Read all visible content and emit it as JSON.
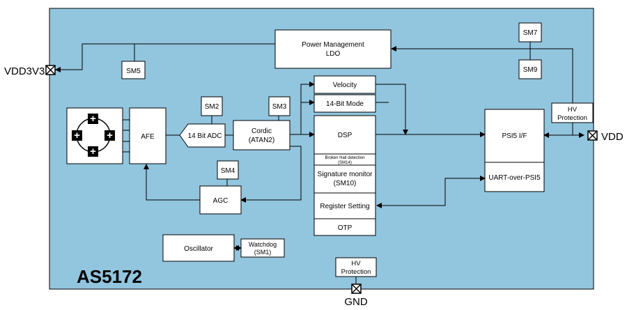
{
  "chip": {
    "name": "AS5172",
    "background": "#92c5de"
  },
  "pins": {
    "vdd3v3": "VDD3V3",
    "vdd": "VDD",
    "gnd": "GND"
  },
  "blocks": {
    "power_management": [
      "Power Management",
      "LDO"
    ],
    "sm5": "SM5",
    "sm7": "SM7",
    "sm9": "SM9",
    "sm2": "SM2",
    "sm3": "SM3",
    "sm4": "SM4",
    "afe": "AFE",
    "adc": "14 Bit ADC",
    "cordic": [
      "Cordic",
      "(ATAN2)"
    ],
    "agc": "AGC",
    "velocity": "Velocity",
    "mode14": "14-Bit Mode",
    "dsp": "DSP",
    "broken_hall": [
      "Broken Hall detection",
      "(SM14)"
    ],
    "signature_monitor": [
      "Signature monitor",
      "(SM10)"
    ],
    "register_setting": "Register Setting",
    "otp": "OTP",
    "hv_protection_vdd": [
      "HV",
      "Protection"
    ],
    "hv_protection_gnd": [
      "HV",
      "Protection"
    ],
    "psi5_if": "PSI5 I/F",
    "uart_over_psi5": "UART-over-PSI5",
    "oscillator": "Oscillator",
    "watchdog": [
      "Watchdog",
      "(SM1)"
    ]
  },
  "sensor": {
    "plus_sign": "+"
  }
}
